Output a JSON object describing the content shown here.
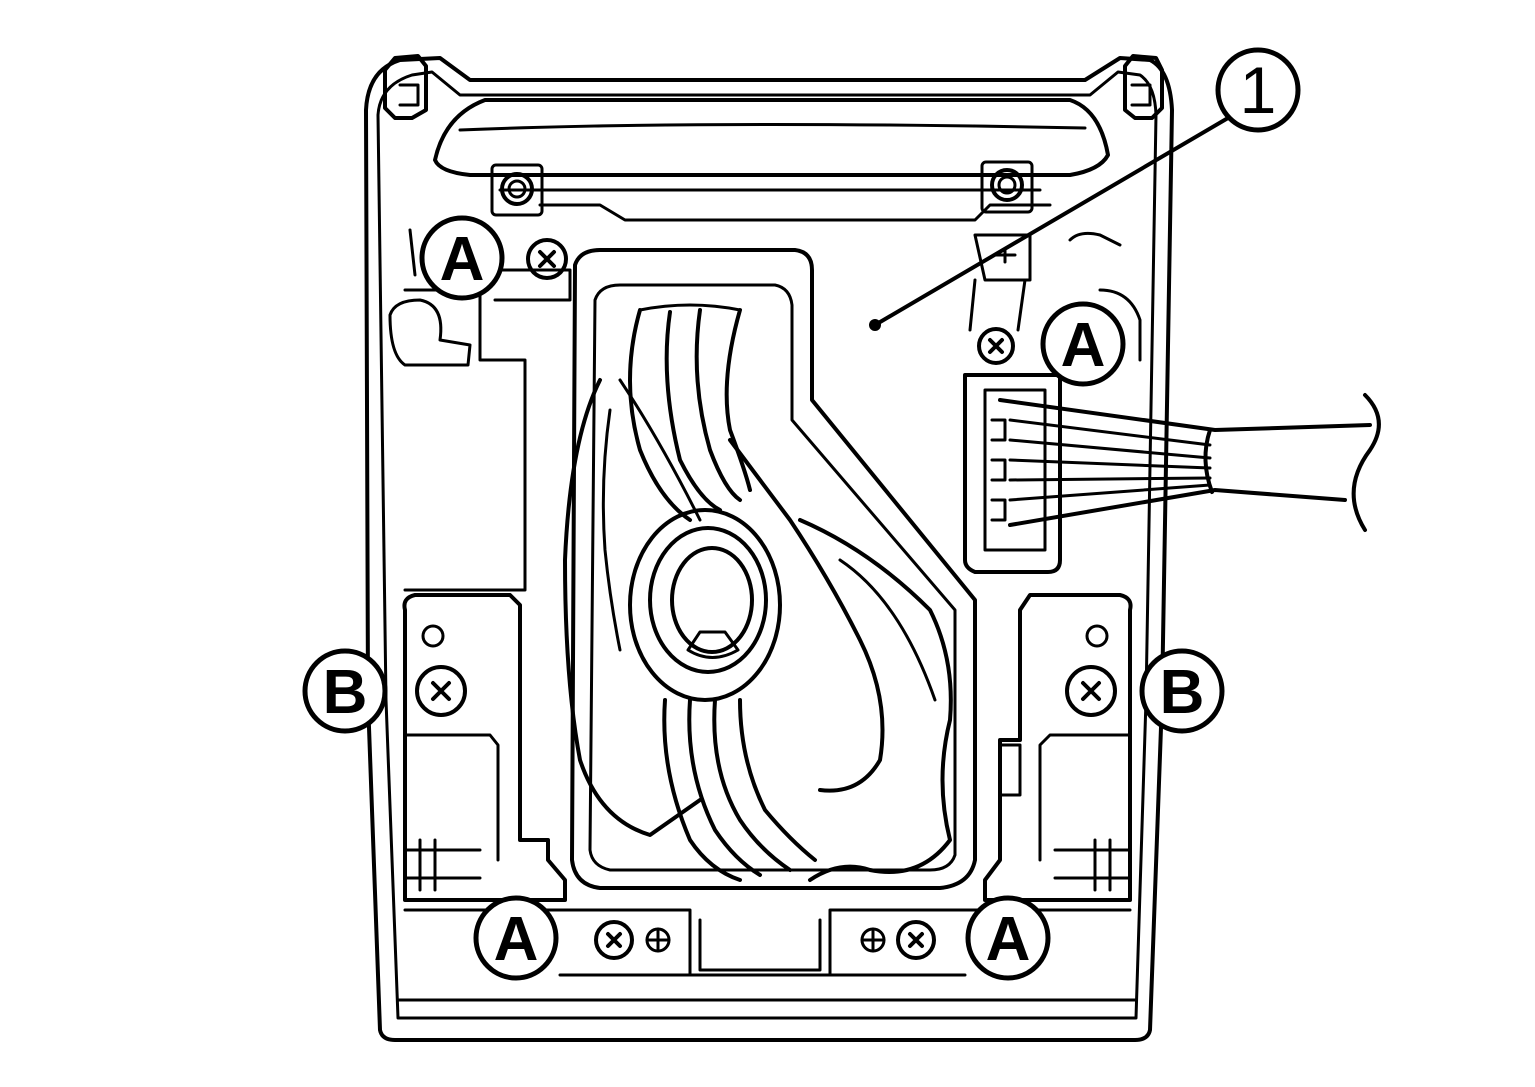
{
  "callouts": {
    "part1": "1",
    "a_top_left": "A",
    "a_right": "A",
    "a_bottom_left": "A",
    "a_bottom_right": "A",
    "b_left": "B",
    "b_right": "B"
  }
}
